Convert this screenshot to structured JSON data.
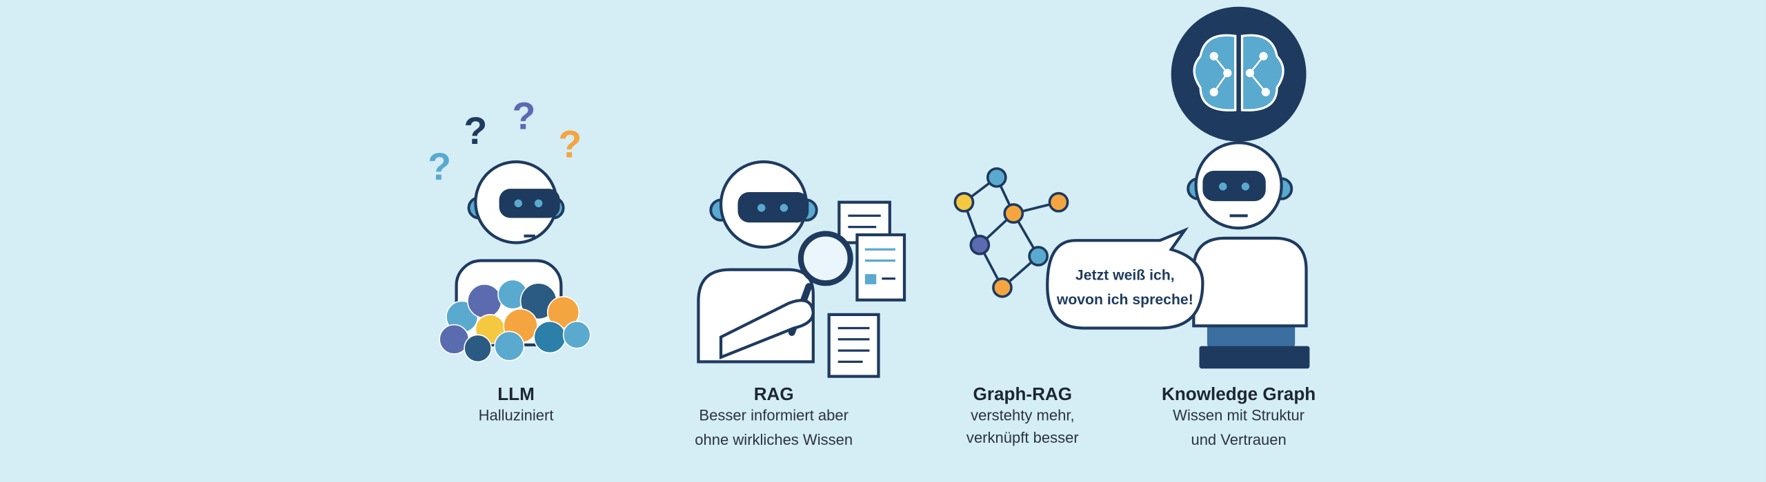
{
  "colors": {
    "background": "#d5edf5",
    "navy": "#1e3a5f",
    "blue": "#5aa9cf",
    "orange": "#f5a540",
    "yellow": "#f5c842",
    "purple": "#5b6bb0"
  },
  "stages": [
    {
      "title": "LLM",
      "subtitle": [
        "Halluziniert"
      ]
    },
    {
      "title": "RAG",
      "subtitle": [
        "Besser informiert aber",
        "ohne wirkliches Wissen"
      ]
    },
    {
      "title": "Graph-RAG",
      "subtitle": [
        "verstehty mehr,",
        "verknüpft besser"
      ]
    },
    {
      "title": "Knowledge Graph",
      "subtitle": [
        "Wissen mit Struktur",
        "und Vertrauen"
      ]
    }
  ],
  "speech_bubble": [
    "Jetzt weiß ich,",
    "wovon ich spreche!"
  ],
  "question_mark": "?"
}
